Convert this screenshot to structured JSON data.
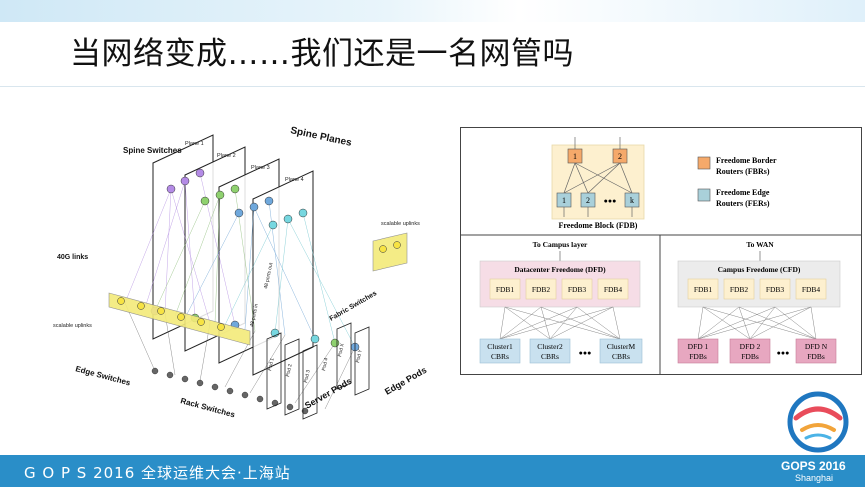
{
  "slide": {
    "title": "当网络变成……我们还是一名网管吗"
  },
  "fabric_diagram": {
    "spine_switches": "Spine Switches",
    "spine_planes": "Spine Planes",
    "planes": [
      "Plane 1",
      "Plane 2",
      "Plane 3",
      "Plane 4"
    ],
    "links_40g": "40G links",
    "scalable_uplinks_right": "scalable uplinks",
    "scalable_uplinks_left": "scalable uplinks",
    "ports_out": "48 ports out",
    "ports_in": "48 ports in",
    "fabric_switches": "Fabric Switches",
    "edge_switches": "Edge Switches",
    "rack_switches": "Rack Switches",
    "server_pods": "Server Pods",
    "edge_pods": "Edge Pods",
    "pods": [
      "Pod 1",
      "Pod 2",
      "Pod 3",
      "Pod 4",
      "Pod X",
      "Pod Y"
    ]
  },
  "freedome_diagram": {
    "fbr_nodes": [
      "1",
      "2"
    ],
    "fer_nodes": [
      "1",
      "2",
      "k"
    ],
    "fdb_caption": "Freedome Block (FDB)",
    "legend_fbr": [
      "Freedome Border",
      "Routers (FBRs)"
    ],
    "legend_fer": [
      "Freedome Edge",
      "Routers (FERs)"
    ],
    "left_panel": {
      "top_label": "To Campus layer",
      "title": "Datacenter Freedome (DFD)",
      "fdbs": [
        "FDB1",
        "FDB2",
        "FDB3",
        "FDB4"
      ],
      "clusters": [
        [
          "Cluster1",
          "CBRs"
        ],
        [
          "Cluster2",
          "CBRs"
        ],
        [
          "ClusterM",
          "CBRs"
        ]
      ]
    },
    "right_panel": {
      "top_label": "To WAN",
      "title": "Campus Freedome (CFD)",
      "fdbs": [
        "FDB1",
        "FDB2",
        "FDB3",
        "FDB4"
      ],
      "dfds": [
        [
          "DFD 1",
          "FDBs"
        ],
        [
          "DFD 2",
          "FDBs"
        ],
        [
          "DFD N",
          "FDBs"
        ]
      ]
    },
    "ellipsis": "●●●",
    "colors": {
      "fbr": "#f5a96a",
      "fer": "#a9d0da",
      "fdb_bg": "#fdf0cf",
      "dfd_bg": "#f6dde6",
      "cluster": "#c9e1ef",
      "dfd": "#e7a7c0"
    }
  },
  "footer": {
    "event": "G O P S 2016 全球运维大会·上海站",
    "logo_name": "GOPS 2016",
    "logo_city": "Shanghai"
  }
}
